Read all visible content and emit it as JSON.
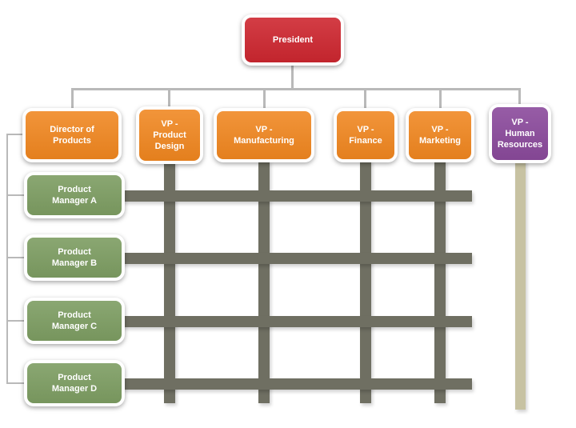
{
  "diagram": {
    "type": "matrix-organization-chart",
    "nodes": {
      "president": {
        "label": "President"
      },
      "director_products": {
        "label": "Director of\nProducts"
      },
      "vp_product_design": {
        "label": "VP -\nProduct\nDesign"
      },
      "vp_manufacturing": {
        "label": "VP  -\nManufacturing"
      },
      "vp_finance": {
        "label": "VP -\nFinance"
      },
      "vp_marketing": {
        "label": "VP -\nMarketing"
      },
      "vp_human_resources": {
        "label": "VP -\nHuman\nResources"
      },
      "product_manager_a": {
        "label": "Product\nManager A"
      },
      "product_manager_b": {
        "label": "Product\nManager B"
      },
      "product_manager_c": {
        "label": "Product\nManager C"
      },
      "product_manager_d": {
        "label": "Product\nManager D"
      }
    },
    "palette": {
      "president_red": "#ce2730",
      "vp_orange": "#f0861f",
      "hr_purple": "#8b4a9c",
      "manager_green": "#7d9d62",
      "matrix_bar_dark": "#6f6f62",
      "matrix_bar_light": "#c7c2a2",
      "connector_gray": "#b9b9b9",
      "label_text": "#ffffff"
    }
  }
}
